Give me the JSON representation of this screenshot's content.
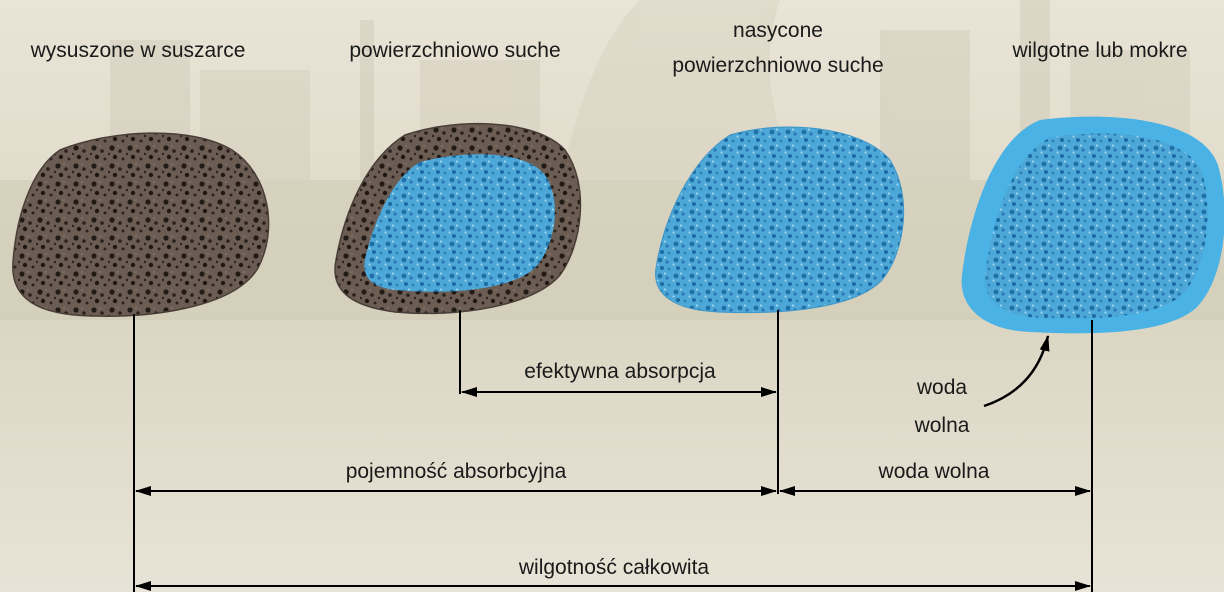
{
  "stages": {
    "dry": {
      "label": "wysuszone w suszarce"
    },
    "air_dry": {
      "label": "powierzchniowo suche"
    },
    "ssd": {
      "label_line1": "nasycone",
      "label_line2": "powierzchniowo suche"
    },
    "wet": {
      "label": "wilgotne lub mokre"
    }
  },
  "callout": {
    "line1": "woda",
    "line2": "wolna"
  },
  "dimensions": {
    "effective_absorption": "efektywna absorpcja",
    "absorption_capacity": "pojemność absorbcyjna",
    "free_water": "woda wolna",
    "total_moisture": "wilgotność całkowita"
  },
  "colors": {
    "stone_dark": "#5a4d45",
    "stone_pore": "#221a16",
    "water_fill": "#4da8d8",
    "water_light": "#8fd0f0",
    "water_film": "#4ab2e4",
    "line": "#000000"
  }
}
